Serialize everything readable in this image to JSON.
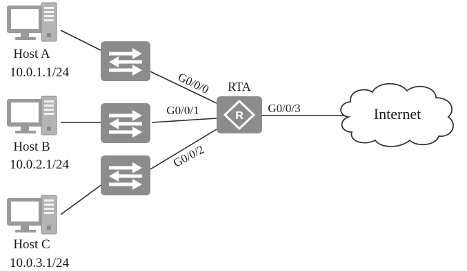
{
  "hosts": [
    {
      "name": "Host A",
      "ip": "10.0.1.1/24"
    },
    {
      "name": "Host B",
      "ip": "10.0.2.1/24"
    },
    {
      "name": "Host C",
      "ip": "10.0.3.1/24"
    }
  ],
  "router": {
    "name": "RTA",
    "ports": [
      "G0/0/0",
      "G0/0/1",
      "G0/0/2",
      "G0/0/3"
    ]
  },
  "cloud": {
    "label": "Internet"
  },
  "icons": {
    "host": "computer-icon",
    "switch": "switch-icon",
    "router": "router-icon",
    "cloud": "cloud-icon"
  },
  "colors": {
    "device_gray": "#8c8c8c",
    "device_light": "#c9c9c9",
    "line": "#2b2b2b",
    "cloud_outline": "#333333"
  }
}
